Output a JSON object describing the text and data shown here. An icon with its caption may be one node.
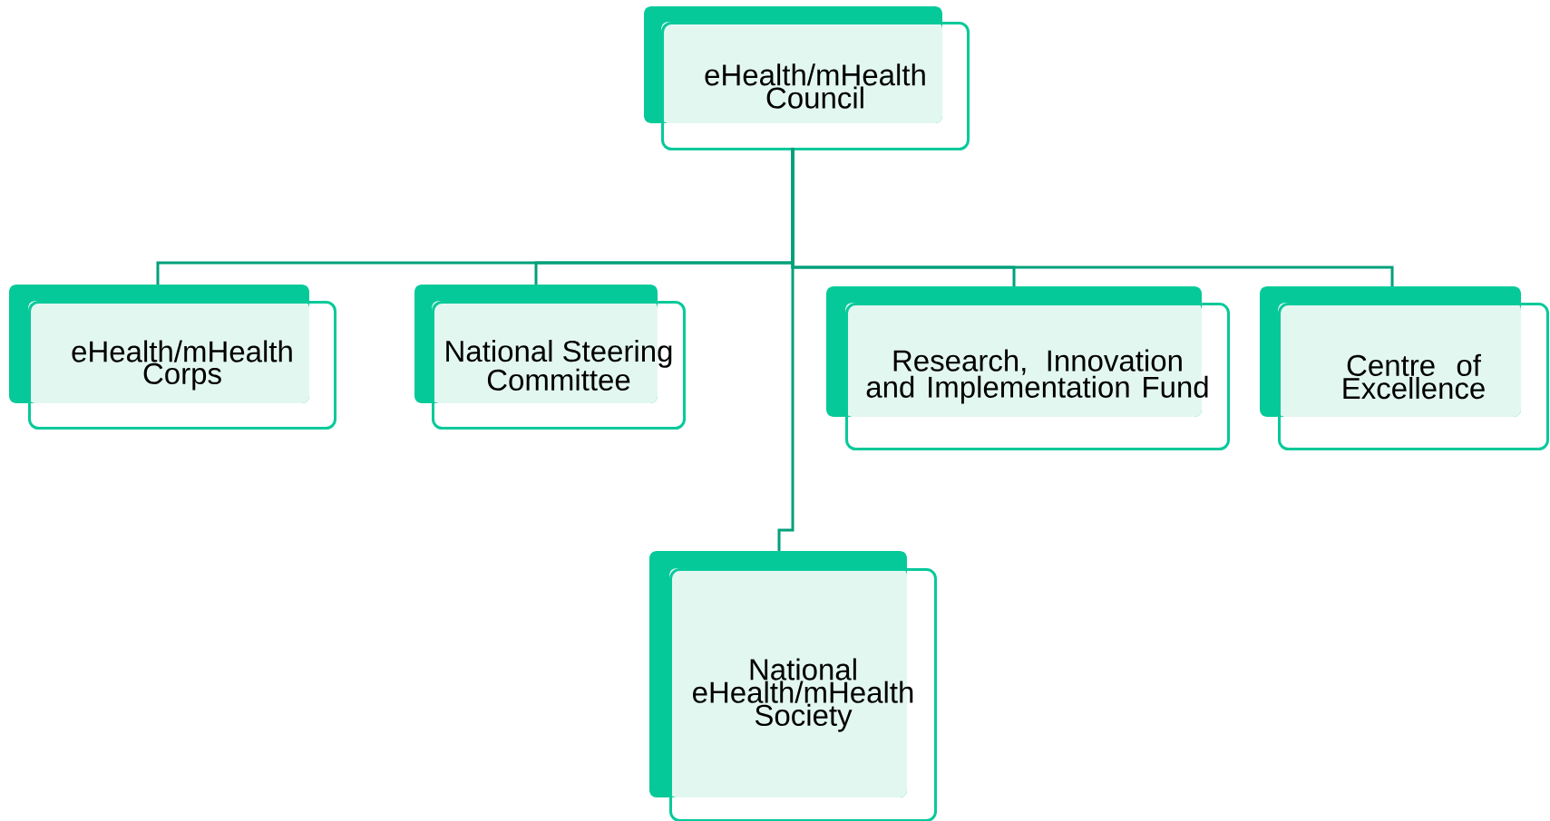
{
  "diagram": {
    "nodes": [
      {
        "text": [
          "eHealth/mHealth Council"
        ]
      },
      {
        "text": [
          "eHealth/mHealth Corps"
        ]
      },
      {
        "text": [
          "National Steering Committee"
        ]
      },
      {
        "text": [
          "Research, Innovation and Implementation Fund"
        ]
      },
      {
        "text": [
          "Centre of Excellence"
        ]
      },
      {
        "text": [
          "National eHealth/mHealth Society"
        ]
      }
    ],
    "edges": [
      {
        "from": 0,
        "to": 1,
        "arrow": "none"
      },
      {
        "from": 0,
        "to": 2,
        "arrow": "none"
      },
      {
        "from": 0,
        "to": 3,
        "arrow": "none"
      },
      {
        "from": 0,
        "to": 4,
        "arrow": "none"
      },
      {
        "from": 0,
        "to": 5,
        "arrow": "none"
      }
    ]
  }
}
